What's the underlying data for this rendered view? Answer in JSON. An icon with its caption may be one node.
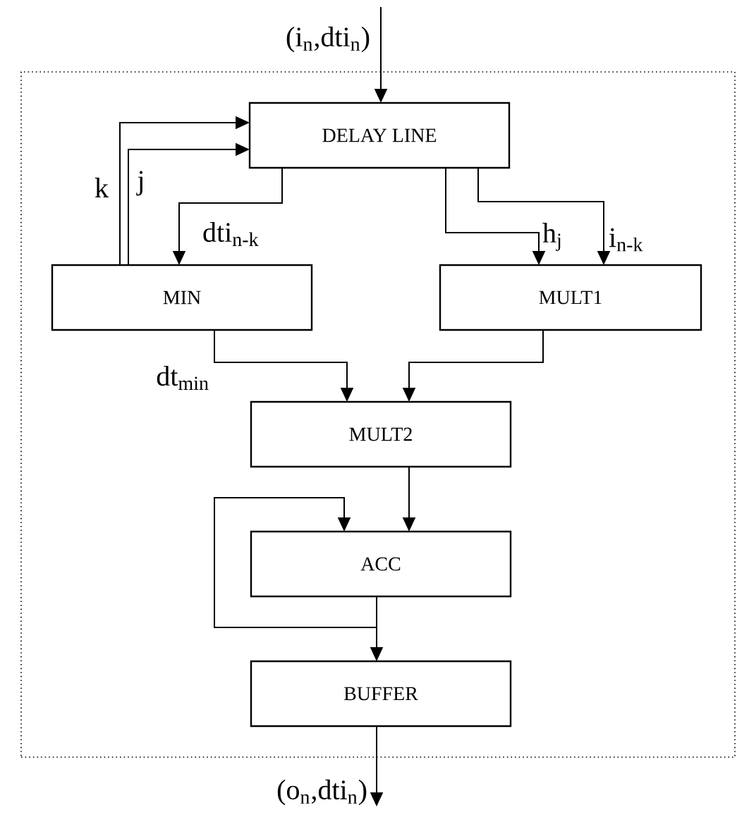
{
  "diagram": {
    "nodes": [
      {
        "text": [],
        "shape": "box"
      },
      {
        "text": [
          "DELAY LINE"
        ],
        "in": 0
      },
      {
        "text": [
          "MIN"
        ],
        "in": 0
      },
      {
        "text": [
          "MULT1"
        ],
        "in": 0
      },
      {
        "text": [
          "MULT2"
        ],
        "in": 0
      },
      {
        "text": [
          "ACC"
        ],
        "in": 0
      },
      {
        "text": [
          "BUFFER"
        ],
        "in": 0
      }
    ],
    "edges": [
      {
        "from": null,
        "to": 1,
        "arrow": "to",
        "label": "(i$_{n}$,dti$_{n}$)"
      },
      {
        "from": 2,
        "to": 1,
        "arrow": "to",
        "label": "k"
      },
      {
        "from": 2,
        "to": 1,
        "arrow": "to",
        "label": "j"
      },
      {
        "from": 1,
        "to": 2,
        "arrow": "to",
        "label": "dti$_{n-k}$"
      },
      {
        "from": 1,
        "to": 3,
        "arrow": "to",
        "label": "h$_{j}$"
      },
      {
        "from": 1,
        "to": 3,
        "arrow": "to",
        "label": "i$_{n-k}$"
      },
      {
        "from": 2,
        "to": 4,
        "arrow": "to",
        "label": "dt$_{min}$"
      },
      {
        "from": 3,
        "to": 4,
        "arrow": "to"
      },
      {
        "from": 4,
        "to": 5,
        "arrow": "to"
      },
      {
        "from": 5,
        "to": 5,
        "arrow": "to"
      },
      {
        "from": 5,
        "to": 6,
        "arrow": "to"
      },
      {
        "from": 6,
        "to": null,
        "arrow": "to",
        "label": "(o$_{n}$,dti$_{n}$)"
      }
    ]
  }
}
